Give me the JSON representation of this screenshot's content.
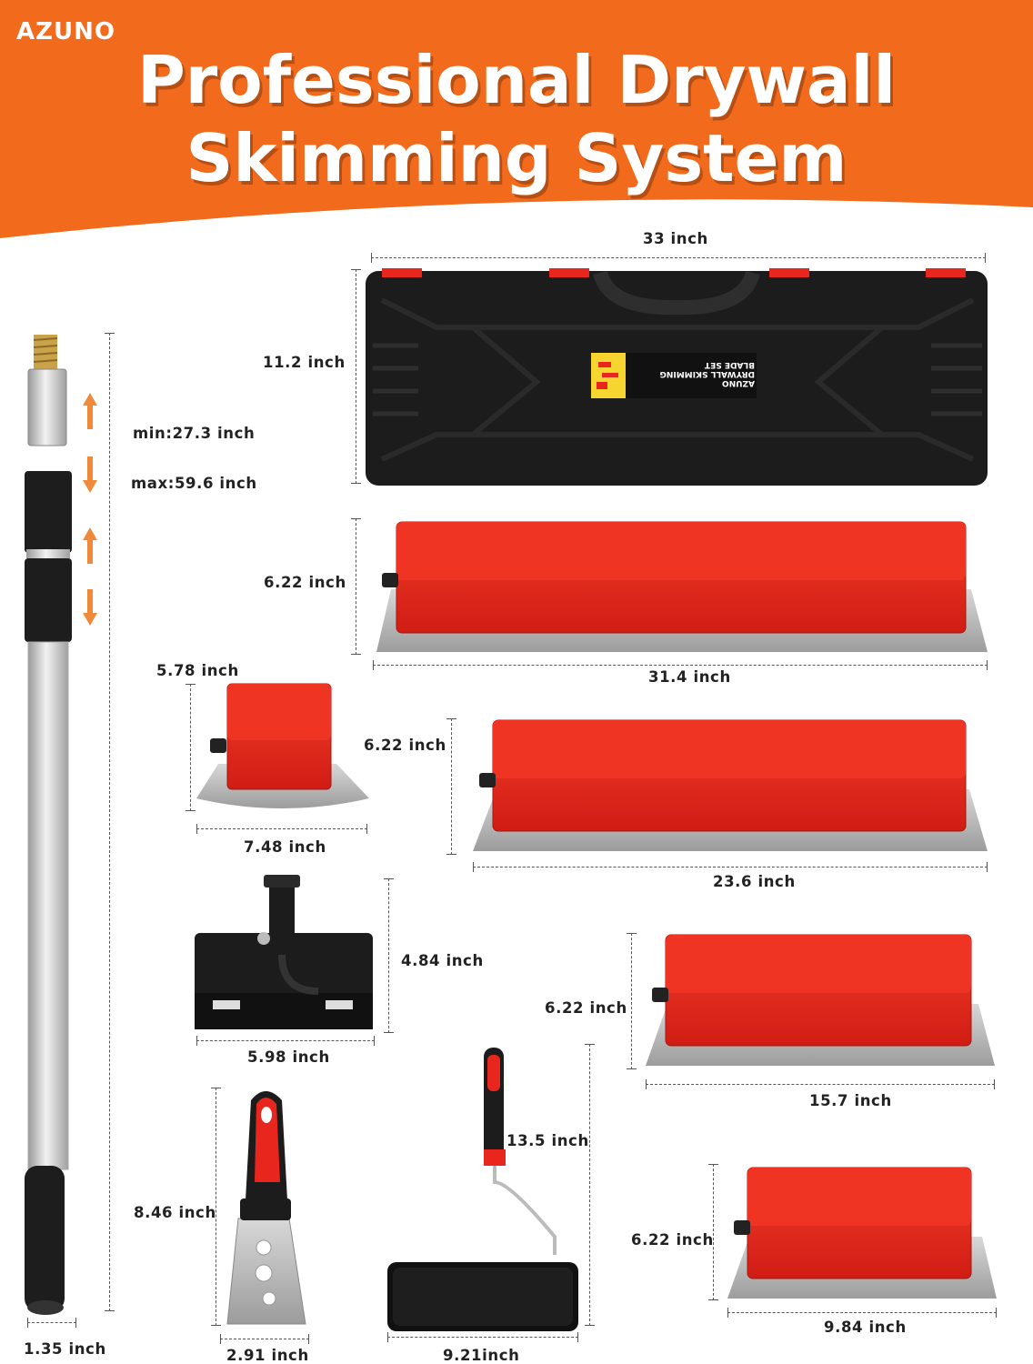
{
  "brand": "AZUNO",
  "title_line1": "Professional Drywall",
  "title_line2": "Skimming System",
  "colors": {
    "orange": "#f26a1b",
    "red": "#e8261e",
    "black": "#1c1c1c",
    "steel": "#b8b8b8"
  },
  "case_label": {
    "brand": "AZUNO",
    "text": "DRYWALL SKIMMING BLADE SET"
  },
  "dimensions": {
    "case_width": "33 inch",
    "case_height": "11.2 inch",
    "pole_min": "min:27.3 inch",
    "pole_max": "max:59.6 inch",
    "pole_diameter": "1.35 inch",
    "blade1_height": "6.22 inch",
    "blade1_width": "31.4 inch",
    "small_blade_height": "5.78 inch",
    "small_blade_width": "7.48 inch",
    "blade2_height": "6.22 inch",
    "blade2_width": "23.6 inch",
    "adapter_height": "4.84 inch",
    "adapter_width": "5.98 inch",
    "blade3_height": "6.22 inch",
    "blade3_width": "15.7 inch",
    "scraper_height": "8.46 inch",
    "scraper_width": "2.91 inch",
    "roller_height": "13.5 inch",
    "roller_width": "9.21inch",
    "blade4_height": "6.22 inch",
    "blade4_width": "9.84 inch"
  }
}
